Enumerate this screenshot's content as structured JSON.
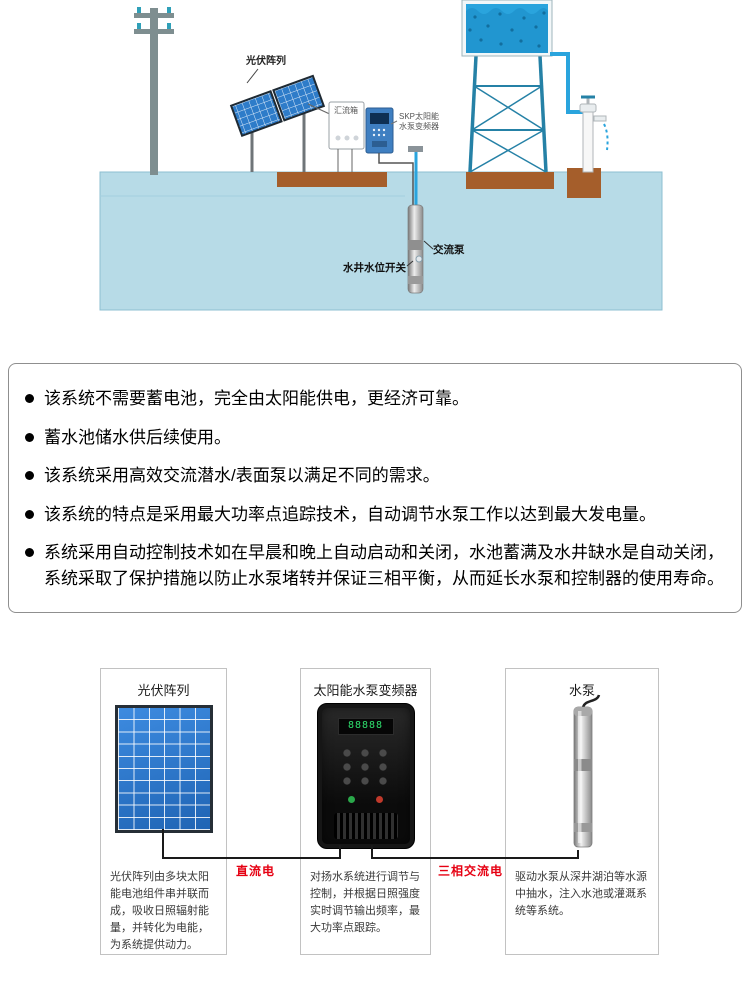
{
  "diagram": {
    "labels": {
      "pv_array": "光伏阵列",
      "combiner_box": "汇流箱",
      "inverter_line1": "SKP太阳能",
      "inverter_line2": "水泵变频器",
      "ac_pump": "交流泵",
      "water_level_switch": "水井水位开关"
    }
  },
  "features": {
    "items": [
      "该系统不需要蓄电池，完全由太阳能供电，更经济可靠。",
      "蓄水池储水供后续使用。",
      "该系统采用高效交流潜水/表面泵以满足不同的需求。",
      "该系统的特点是采用最大功率点追踪技术，自动调节水泵工作以达到最大发电量。",
      "系统采用自动控制技术如在早晨和晚上自动启动和关闭，水池蓄满及水井缺水是自动关闭，系统采取了保护措施以防止水泵堵转并保证三相平衡，从而延长水泵和控制器的使用寿命。"
    ]
  },
  "components": {
    "cards": [
      {
        "title": "光伏阵列",
        "description": "光伏阵列由多块太阳能电池组件串并联而成，吸收日照辐射能量，并转化为电能，为系统提供动力。"
      },
      {
        "title": "太阳能水泵变频器",
        "display": "88888",
        "description": "对扬水系统进行调节与控制，并根据日照强度实时调节输出频率，最大功率点跟踪。"
      },
      {
        "title": "水泵",
        "description": "驱动水泵从深井湖泊等水源中抽水，注入水池或灌溉系统等系统。"
      }
    ],
    "connections": [
      {
        "label": "直流电",
        "color": "#e60012"
      },
      {
        "label": "三相交流电",
        "color": "#e60012"
      }
    ]
  },
  "colors": {
    "accent_red": "#e60012",
    "water_blue": "#2aa4dd",
    "ground_blue": "#b7dbe7",
    "soil_brown": "#a55e2b",
    "panel_blue": "#2e7cc9",
    "tower_teal": "#2581a6"
  }
}
